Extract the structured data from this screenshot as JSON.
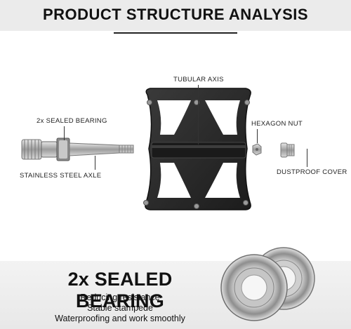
{
  "header": {
    "title": "PRODUCT STRUCTURE ANALYSIS"
  },
  "callouts": {
    "tubular_axis": "TUBULAR AXIS",
    "sealed_bearing": "2x SEALED BEARING",
    "hexagon_nut": "HEXAGON NUT",
    "stainless_axle": "STAINLESS STEEL AXLE",
    "dustproof_cover": "DUSTPROOF COVER"
  },
  "bearing_section": {
    "title": "2x SEALED BEARING",
    "features": [
      "Reducing resistance",
      "Stable stampede",
      "Waterproofing and work smoothly"
    ]
  },
  "colors": {
    "pedal_body": "#2b2b2b",
    "steel": "#b8b8b8",
    "band": "#ebebeb"
  }
}
